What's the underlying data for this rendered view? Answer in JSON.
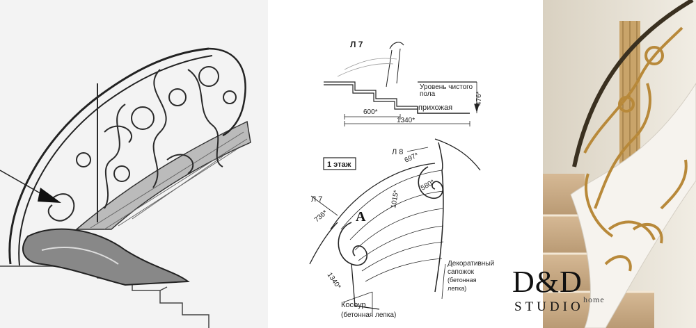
{
  "drawing": {
    "section": {
      "flight_label": "Л 7",
      "floor_level_line1": "Уровень чистого",
      "floor_level_line2": "пола",
      "room_name": "прихожая",
      "dim_height": "476*",
      "dim_step": "600*",
      "dim_total": "1340*"
    },
    "plan": {
      "floor_label": "1 этаж",
      "flight_l8": "Л 8",
      "flight_l7": "Л 7",
      "marker": "A",
      "dim_697": "697*",
      "dim_580": "580*",
      "dim_1015": "1015*",
      "dim_736": "736*",
      "dim_1340": "1340*",
      "boot_line1": "Декоративный",
      "boot_line2": "сапожок",
      "boot_line3": "(бетонная",
      "boot_line4": "лепка)",
      "stringer_line1": "Косоур",
      "stringer_line2": "(бетонная лепка)"
    }
  },
  "logo": {
    "main": "D&D",
    "sub": "STUDIO",
    "suffix": "home"
  },
  "colors": {
    "gold": "#b8893a",
    "wall": "#e9e3d6",
    "pencil": "#333333"
  }
}
